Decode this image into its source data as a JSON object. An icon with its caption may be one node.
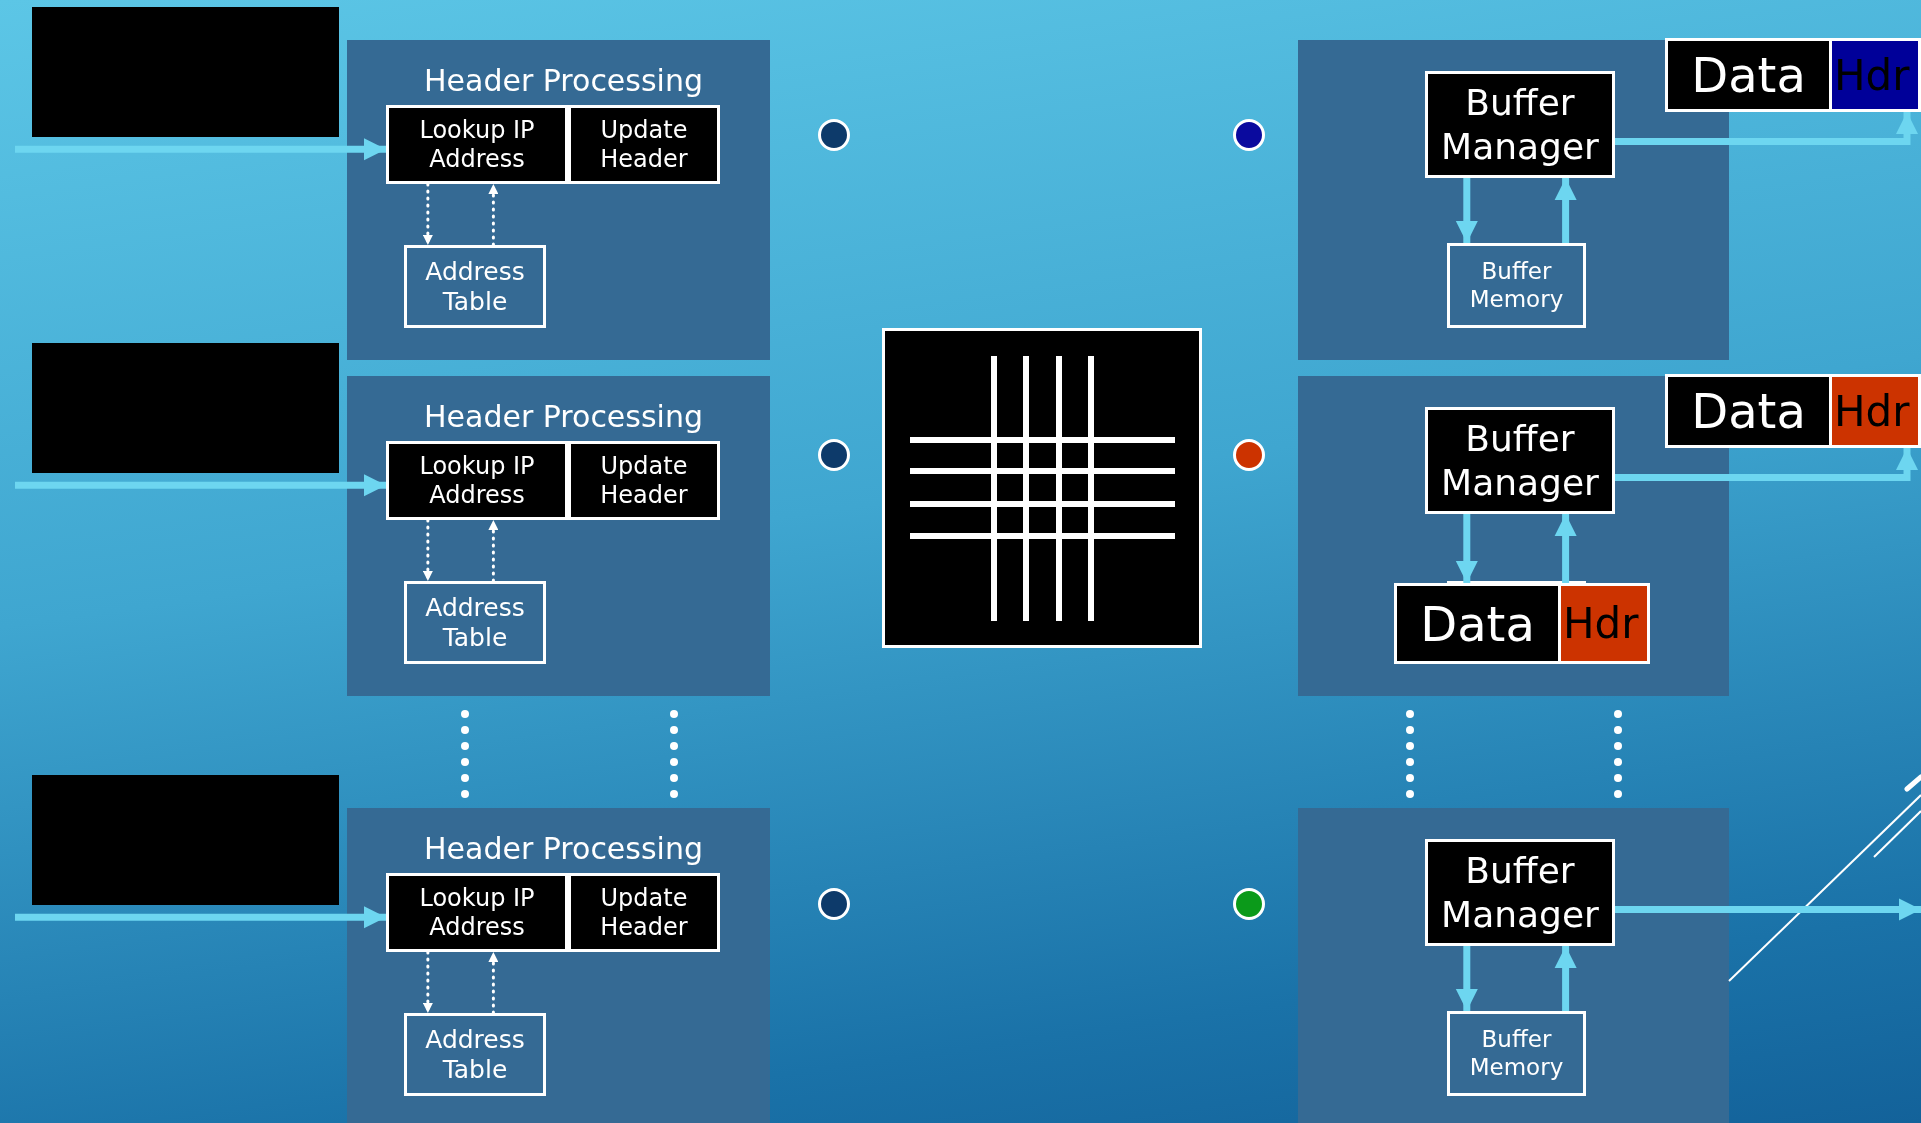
{
  "diagram": {
    "nodes": [
      {
        "text": [
          "Header Processing"
        ]
      },
      {
        "text": [
          "Lookup IP Address"
        ],
        "in": 0
      },
      {
        "text": [
          "Update Header"
        ],
        "in": 0
      },
      {
        "text": [
          "Address Table"
        ],
        "in": 0
      },
      {
        "text": [
          "Header Processing"
        ]
      },
      {
        "text": [
          "Lookup IP Address"
        ],
        "in": 4
      },
      {
        "text": [
          "Update Header"
        ],
        "in": 4
      },
      {
        "text": [
          "Address Table"
        ],
        "in": 4
      },
      {
        "text": [
          "Header Processing"
        ]
      },
      {
        "text": [
          "Lookup IP Address"
        ],
        "in": 8
      },
      {
        "text": [
          "Update Header"
        ],
        "in": 8
      },
      {
        "text": [
          "Address Table"
        ],
        "in": 8
      },
      {
        "text": [],
        "shape": "circle"
      },
      {
        "text": [],
        "shape": "circle"
      },
      {
        "text": [],
        "shape": "circle"
      },
      {
        "text": [],
        "shape": "box"
      },
      {
        "text": [],
        "shape": "circle"
      },
      {
        "text": [],
        "shape": "circle"
      },
      {
        "text": [],
        "shape": "circle"
      },
      {
        "text": [],
        "shape": "box"
      },
      {
        "text": [
          "Buffer Manager"
        ],
        "in": 19
      },
      {
        "text": [
          "Buffer Memory"
        ],
        "in": 19
      },
      {
        "text": [
          "Data",
          "Hdr"
        ]
      },
      {
        "text": [],
        "shape": "box"
      },
      {
        "text": [
          "Buffer Manager"
        ],
        "in": 23
      },
      {
        "text": [
          "Data",
          "Hdr"
        ],
        "in": 23
      },
      {
        "text": [
          "Data",
          "Hdr"
        ]
      },
      {
        "text": [],
        "shape": "box"
      },
      {
        "text": [
          "Buffer Manager"
        ],
        "in": 27
      },
      {
        "text": [
          "Buffer Memory"
        ],
        "in": 27
      }
    ],
    "edges": [
      {
        "from": null,
        "to": 1,
        "arrow": "to"
      },
      {
        "from": 1,
        "to": 3,
        "arrow": "to",
        "style": "dashed",
        "color": "#ffffff"
      },
      {
        "from": 3,
        "to": 1,
        "arrow": "to",
        "style": "dashed",
        "color": "#ffffff"
      },
      {
        "from": null,
        "to": 5,
        "arrow": "to"
      },
      {
        "from": 5,
        "to": 7,
        "arrow": "to",
        "style": "dashed",
        "color": "#ffffff"
      },
      {
        "from": 7,
        "to": 5,
        "arrow": "to",
        "style": "dashed",
        "color": "#ffffff"
      },
      {
        "from": null,
        "to": 9,
        "arrow": "to"
      },
      {
        "from": 9,
        "to": 11,
        "arrow": "to",
        "style": "dashed",
        "color": "#ffffff"
      },
      {
        "from": 11,
        "to": 9,
        "arrow": "to",
        "style": "dashed",
        "color": "#ffffff"
      },
      {
        "from": 20,
        "to": 21,
        "arrow": "to"
      },
      {
        "from": 21,
        "to": 20,
        "arrow": "to"
      },
      {
        "from": 20,
        "to": 22,
        "arrow": "to"
      },
      {
        "from": 24,
        "to": 25,
        "arrow": "to"
      },
      {
        "from": 25,
        "to": 24,
        "arrow": "to"
      },
      {
        "from": 24,
        "to": 26,
        "arrow": "to"
      },
      {
        "from": 28,
        "to": 29,
        "arrow": "to"
      },
      {
        "from": 29,
        "to": 28,
        "arrow": "to"
      },
      {
        "from": 28,
        "to": null,
        "arrow": "to"
      }
    ]
  }
}
